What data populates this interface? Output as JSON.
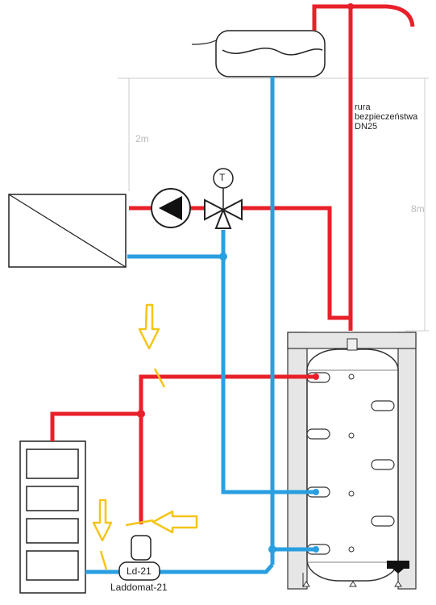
{
  "labels": {
    "pipe_text_1": "rura",
    "pipe_text_2": "bezpieczeństwa",
    "pipe_text_3": "DN25",
    "height_2m": "2m",
    "height_8m": "8m",
    "thermometer": "T",
    "valve_unit": "Ld-21",
    "valve_caption": "Laddomat-21"
  },
  "colors": {
    "hot_pipe": "#e8202a",
    "cold_pipe": "#2a9fe0",
    "arrow": "#f5c518",
    "outline": "#222222",
    "insulation": "#e6e6e6",
    "dimension": "#cccccc"
  }
}
